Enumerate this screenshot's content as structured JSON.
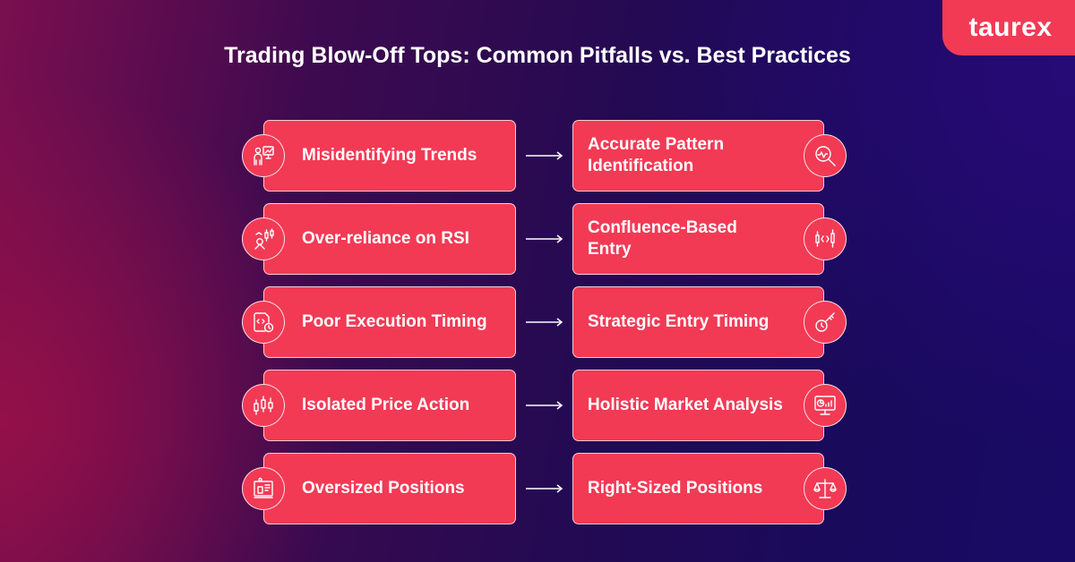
{
  "brand": {
    "logo": "taurex",
    "accent": "#f23a55"
  },
  "title": "Trading Blow-Off Tops: Common Pitfalls vs. Best Practices",
  "rows": [
    {
      "pitfall": "Misidentifying Trends",
      "pitfall_icon": "presenter-chart-icon",
      "practice": "Accurate Pattern Identification",
      "practice_icon": "magnifier-chart-icon"
    },
    {
      "pitfall": "Over-reliance on RSI",
      "pitfall_icon": "indicator-candles-icon",
      "practice": "Confluence-Based Entry",
      "practice_icon": "candlestick-compare-icon"
    },
    {
      "pitfall": "Poor Execution Timing",
      "pitfall_icon": "document-clock-icon",
      "practice": "Strategic Entry Timing",
      "practice_icon": "clock-key-icon"
    },
    {
      "pitfall": "Isolated Price Action",
      "pitfall_icon": "candlesticks-icon",
      "practice": "Holistic Market Analysis",
      "practice_icon": "monitor-analytics-icon"
    },
    {
      "pitfall": "Oversized Positions",
      "pitfall_icon": "position-box-icon",
      "practice": "Right-Sized Positions",
      "practice_icon": "balance-scale-icon"
    }
  ]
}
